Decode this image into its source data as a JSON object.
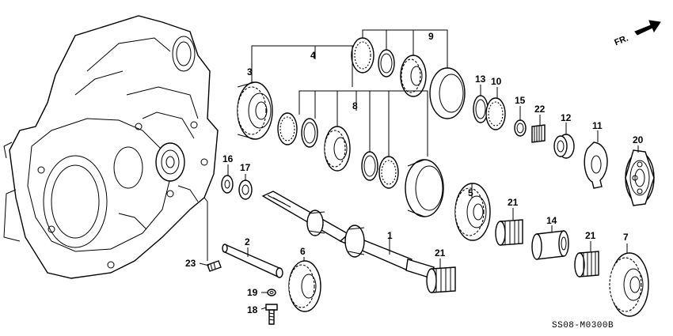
{
  "diagram": {
    "direction_label": "FR.",
    "drawing_code": "SS08-M0300B",
    "callouts": [
      {
        "id": "c1",
        "text": "1"
      },
      {
        "id": "c2",
        "text": "2"
      },
      {
        "id": "c3",
        "text": "3"
      },
      {
        "id": "c4",
        "text": "4"
      },
      {
        "id": "c5",
        "text": "5"
      },
      {
        "id": "c6",
        "text": "6"
      },
      {
        "id": "c7",
        "text": "7"
      },
      {
        "id": "c8",
        "text": "8"
      },
      {
        "id": "c9",
        "text": "9"
      },
      {
        "id": "c10",
        "text": "10"
      },
      {
        "id": "c11",
        "text": "11"
      },
      {
        "id": "c12",
        "text": "12"
      },
      {
        "id": "c13",
        "text": "13"
      },
      {
        "id": "c14",
        "text": "14"
      },
      {
        "id": "c15",
        "text": "15"
      },
      {
        "id": "c16",
        "text": "16"
      },
      {
        "id": "c17",
        "text": "17"
      },
      {
        "id": "c18",
        "text": "18"
      },
      {
        "id": "c19",
        "text": "19"
      },
      {
        "id": "c20",
        "text": "20"
      },
      {
        "id": "c21a",
        "text": "21"
      },
      {
        "id": "c21b",
        "text": "21"
      },
      {
        "id": "c21c",
        "text": "21"
      },
      {
        "id": "c22",
        "text": "22"
      },
      {
        "id": "c23",
        "text": "23"
      }
    ]
  }
}
